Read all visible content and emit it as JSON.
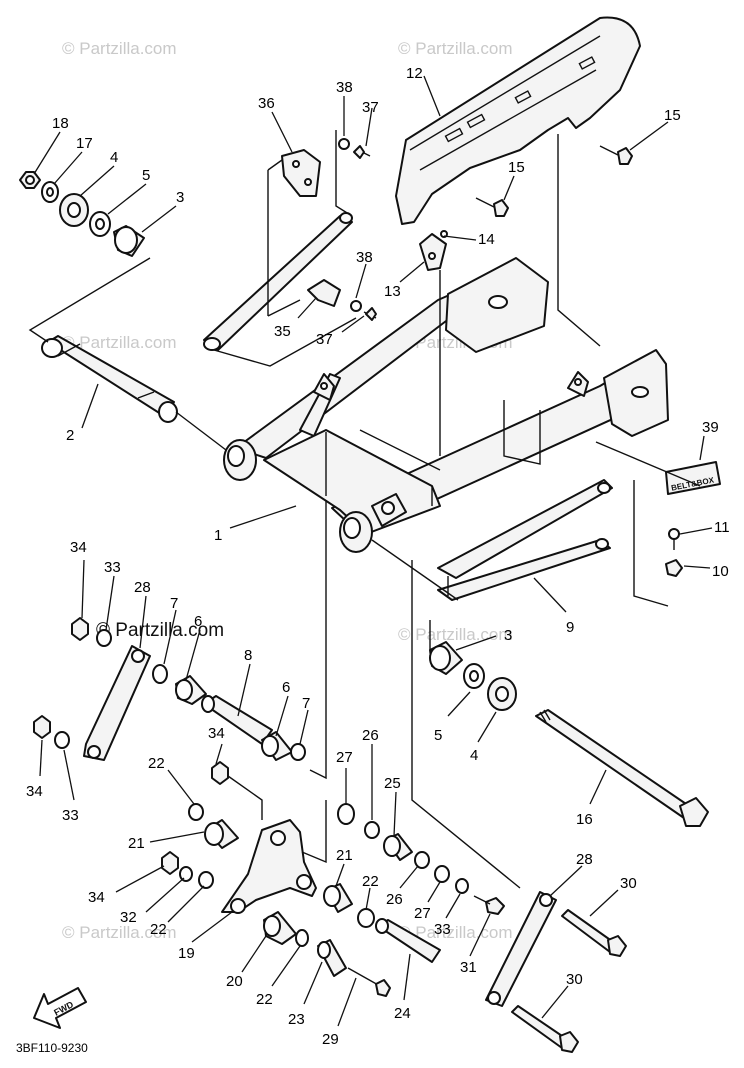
{
  "watermark": {
    "text": "© Partzilla.com",
    "highlight_text": "© Partzilla.com"
  },
  "diagram": {
    "drawing_code": "3BF110-9230",
    "fwd_label": "FWD",
    "decal_label": "BELT&BOX",
    "callouts": [
      "1",
      "2",
      "3",
      "4",
      "5",
      "6",
      "7",
      "8",
      "9",
      "10",
      "11",
      "12",
      "13",
      "14",
      "15",
      "16",
      "17",
      "18",
      "19",
      "20",
      "21",
      "22",
      "23",
      "24",
      "25",
      "26",
      "27",
      "28",
      "29",
      "30",
      "31",
      "32",
      "33",
      "34",
      "35",
      "36",
      "37",
      "38",
      "39"
    ]
  },
  "colors": {
    "ink": "#111111",
    "paper": "#ffffff",
    "watermark": "#c9c9c9"
  }
}
